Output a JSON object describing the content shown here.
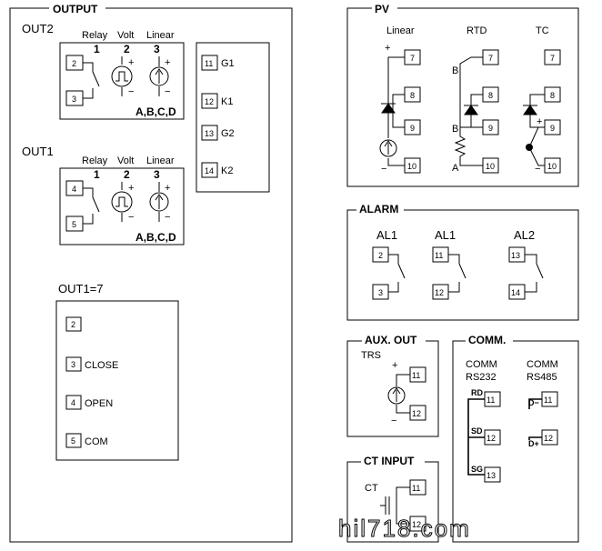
{
  "output": {
    "title": "OUTPUT",
    "out2": {
      "label": "OUT2",
      "col_relay": "Relay",
      "col_volt": "Volt",
      "col_linear": "Linear",
      "n1": "1",
      "n2": "2",
      "n3": "3",
      "terminals": [
        "2",
        "3"
      ],
      "abcd": "A,B,C,D"
    },
    "out1": {
      "label": "OUT1",
      "col_relay": "Relay",
      "col_volt": "Volt",
      "col_linear": "Linear",
      "n1": "1",
      "n2": "2",
      "n3": "3",
      "terminals": [
        "4",
        "5"
      ],
      "abcd": "A,B,C,D"
    },
    "gk": {
      "terminals": [
        "11",
        "12",
        "13",
        "14"
      ],
      "labels": [
        "G1",
        "K1",
        "G2",
        "K2"
      ]
    },
    "out1_7": {
      "label": "OUT1=7",
      "terminals": [
        "2",
        "3",
        "4",
        "5"
      ],
      "labels": [
        "",
        "CLOSE",
        "OPEN",
        "COM"
      ]
    }
  },
  "pv": {
    "title": "PV",
    "linear": "Linear",
    "rtd": "RTD",
    "tc": "TC",
    "terminals": [
      "7",
      "8",
      "9",
      "10"
    ],
    "b1": "B",
    "b2": "B",
    "a": "A",
    "plus": "+",
    "minus": "−"
  },
  "alarm": {
    "title": "ALARM",
    "al1a": "AL1",
    "al1b": "AL1",
    "al2": "AL2",
    "g1": [
      "2",
      "3"
    ],
    "g2": [
      "11",
      "12"
    ],
    "g3": [
      "13",
      "14"
    ]
  },
  "aux": {
    "title": "AUX. OUT",
    "trs": "TRS",
    "terminals": [
      "11",
      "12"
    ]
  },
  "comm": {
    "title": "COMM.",
    "rs232_l1": "COMM",
    "rs232_l2": "RS232",
    "rs485_l1": "COMM",
    "rs485_l2": "RS485",
    "rs232_terms": [
      "11",
      "12",
      "13"
    ],
    "rs232_sigs": [
      "RD",
      "SD",
      "SG"
    ],
    "rs485_terms": [
      "11",
      "12"
    ],
    "rs485_sigs": [
      "D−",
      "D+"
    ]
  },
  "ct": {
    "title": "CT INPUT",
    "ct": "CT",
    "terminals": [
      "11",
      "12"
    ]
  },
  "watermark": "hil718.com"
}
